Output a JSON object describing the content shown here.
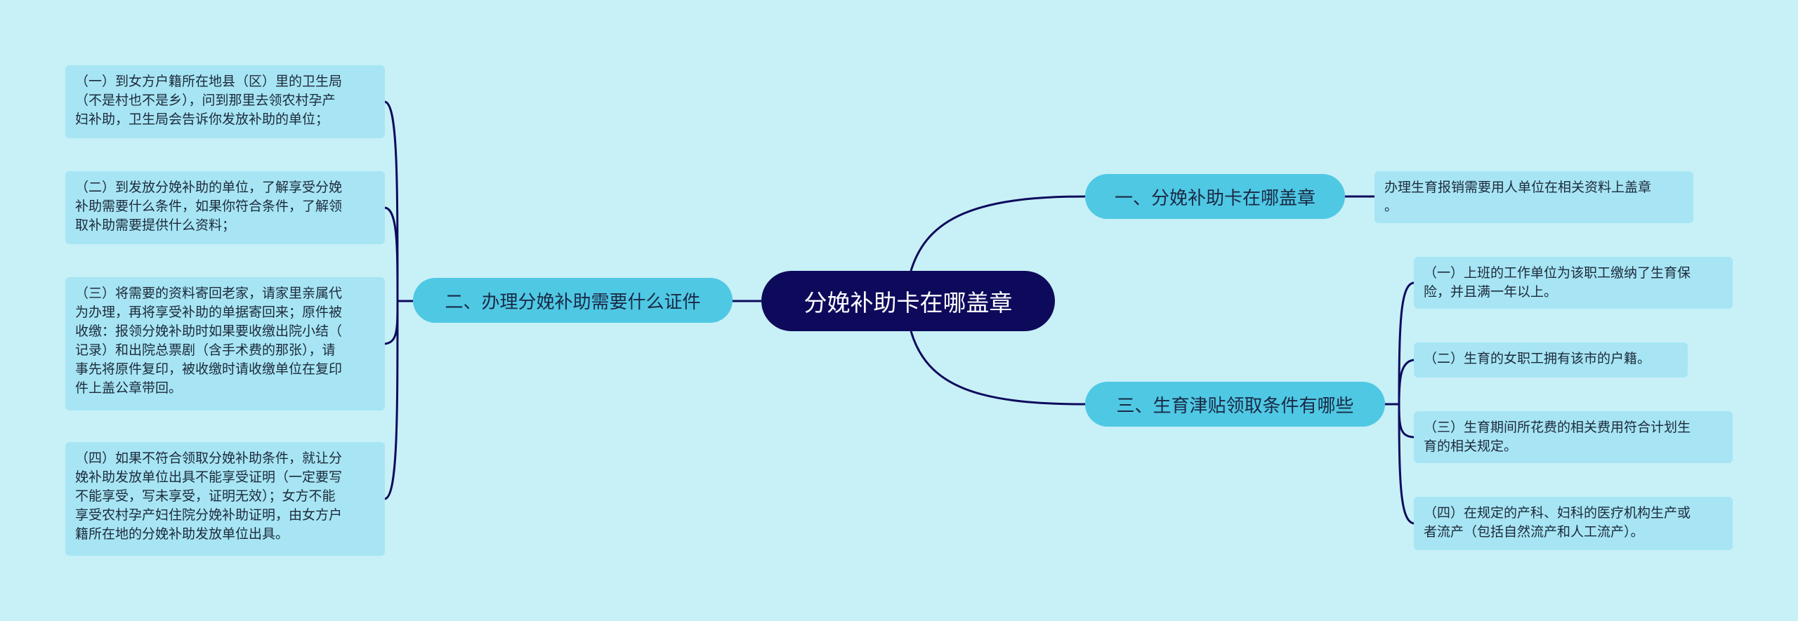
{
  "colors": {
    "background": "#c8f0f7",
    "root_fill": "#0d0a5c",
    "branch_fill": "#4fc8e4",
    "leaf_fill": "#a7e5f4",
    "connector": "#0d0a5c"
  },
  "root": {
    "text": "分娩补助卡在哪盖章"
  },
  "branches": {
    "b1": {
      "text": "一、分娩补助卡在哪盖章",
      "leaves": [
        "办理生育报销需要用人单位在相关资料上盖章\n。"
      ]
    },
    "b2": {
      "text": "二、办理分娩补助需要什么证件",
      "leaves": [
        "（一）到女方户籍所在地县（区）里的卫生局\n（不是村也不是乡），问到那里去领农村孕产\n妇补助，卫生局会告诉你发放补助的单位；",
        "（二）到发放分娩补助的单位，了解享受分娩\n补助需要什么条件，如果你符合条件，了解领\n取补助需要提供什么资料；",
        "（三）将需要的资料寄回老家，请家里亲属代\n为办理，再将享受补助的单据寄回来；原件被\n收缴：报领分娩补助时如果要收缴出院小结（\n记录）和出院总票剧（含手术费的那张），请\n事先将原件复印，被收缴时请收缴单位在复印\n件上盖公章带回。",
        "（四）如果不符合领取分娩补助条件，就让分\n娩补助发放单位出具不能享受证明（一定要写\n不能享受，写未享受，证明无效）；女方不能\n享受农村孕产妇住院分娩补助证明，由女方户\n籍所在地的分娩补助发放单位出具。"
      ]
    },
    "b3": {
      "text": "三、生育津贴领取条件有哪些",
      "leaves": [
        "（一）上班的工作单位为该职工缴纳了生育保\n险，并且满一年以上。",
        "（二）生育的女职工拥有该市的户籍。",
        "（三）生育期间所花费的相关费用符合计划生\n育的相关规定。",
        "（四）在规定的产科、妇科的医疗机构生产或\n者流产（包括自然流产和人工流产）。"
      ]
    }
  }
}
